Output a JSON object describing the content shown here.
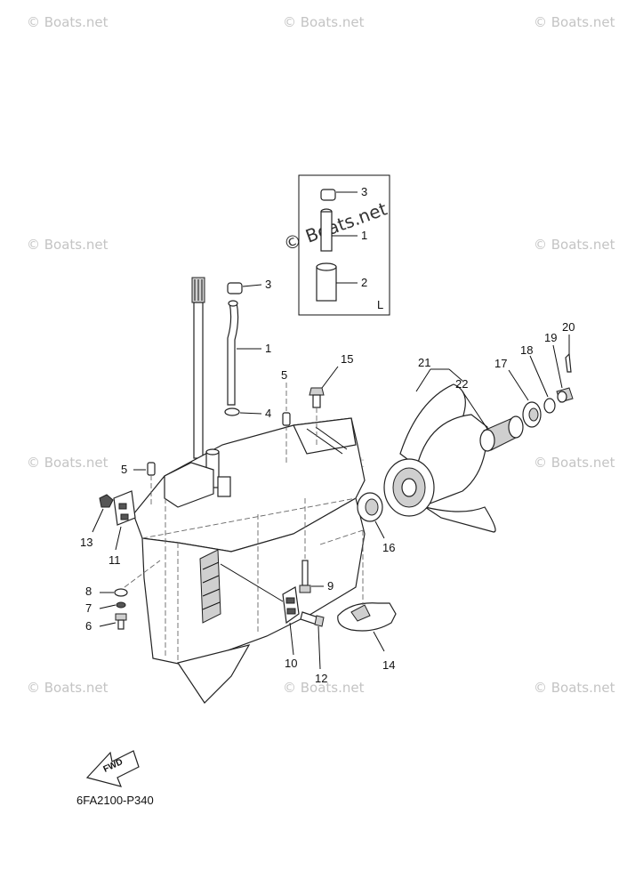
{
  "watermark": {
    "text": "© Boats.net"
  },
  "diagram": {
    "code": "6FA2100-P340",
    "fwd_label": "FWD",
    "inset_label": "L",
    "inset_callouts": [
      "3",
      "1",
      "2"
    ],
    "callouts": [
      "1",
      "2",
      "3",
      "4",
      "5",
      "6",
      "7",
      "8",
      "9",
      "10",
      "11",
      "12",
      "13",
      "14",
      "15",
      "16",
      "17",
      "18",
      "19",
      "20",
      "21",
      "22"
    ]
  }
}
